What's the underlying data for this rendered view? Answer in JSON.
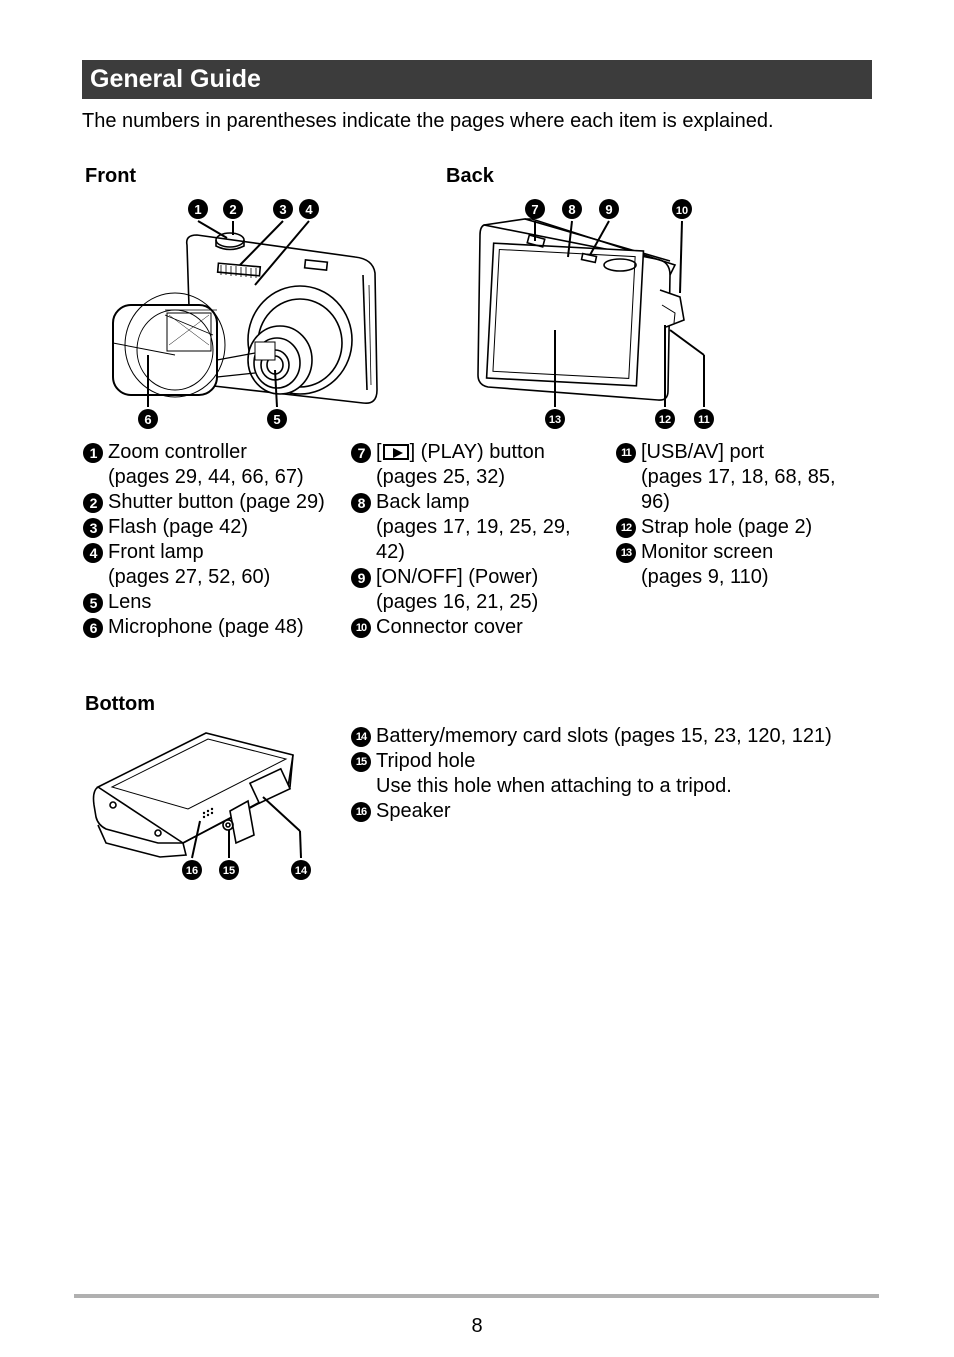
{
  "header": {
    "title": "General Guide"
  },
  "intro": "The numbers in parentheses indicate the pages where each item is explained.",
  "sections": {
    "front": "Front",
    "back": "Back",
    "bottom": "Bottom"
  },
  "callouts": [
    "1",
    "2",
    "3",
    "4",
    "5",
    "6",
    "7",
    "8",
    "9",
    "10",
    "11",
    "12",
    "13",
    "14",
    "15",
    "16"
  ],
  "col1": [
    {
      "num": "1",
      "label": "Zoom controller",
      "sub": "(pages 29, 44, 66, 67)"
    },
    {
      "num": "2",
      "label": "Shutter button (page 29)"
    },
    {
      "num": "3",
      "label": "Flash (page 42)"
    },
    {
      "num": "4",
      "label": "Front lamp",
      "sub": "(pages 27, 52, 60)"
    },
    {
      "num": "5",
      "label": "Lens"
    },
    {
      "num": "6",
      "label": "Microphone (page 48)"
    }
  ],
  "col2": [
    {
      "num": "7",
      "label_pre": "[",
      "label_post": "] (PLAY) button",
      "sub": "(pages 25, 32)"
    },
    {
      "num": "8",
      "label": "Back lamp",
      "sub": "(pages 17, 19, 25, 29,",
      "sub2": "42)"
    },
    {
      "num": "9",
      "label": "[ON/OFF] (Power)",
      "sub": "(pages 16, 21, 25)"
    },
    {
      "num": "10",
      "label": "Connector cover"
    }
  ],
  "col3": [
    {
      "num": "11",
      "label": "[USB/AV] port",
      "sub": "(pages 17, 18, 68, 85,",
      "sub2": "96)"
    },
    {
      "num": "12",
      "label": "Strap hole (page 2)"
    },
    {
      "num": "13",
      "label": "Monitor screen",
      "sub": "(pages 9, 110)"
    }
  ],
  "bottom_items": [
    {
      "num": "14",
      "label": "Battery/memory card slots (pages 15, 23, 120, 121)"
    },
    {
      "num": "15",
      "label": "Tripod hole",
      "sub": "Use this hole when attaching to a tripod."
    },
    {
      "num": "16",
      "label": "Speaker"
    }
  ],
  "page_number": "8"
}
